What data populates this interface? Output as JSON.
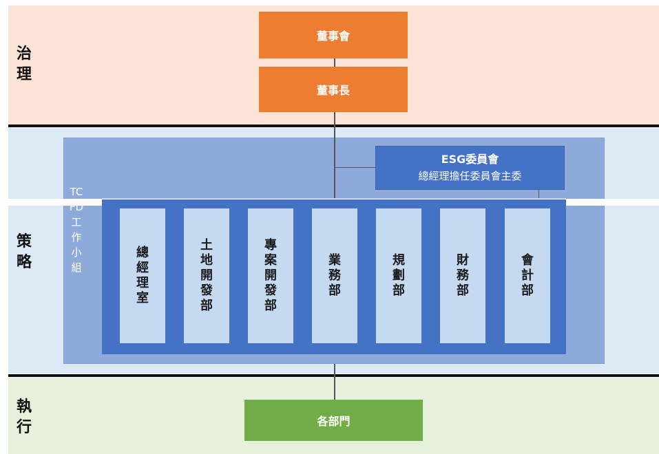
{
  "colors": {
    "governance_band": "#fbe4d6",
    "strategy_band": "#dde9f5",
    "execution_band": "#e6f0da",
    "board_box": "#ed7d31",
    "tcfd_group": "#8eaadb",
    "esg_committee": "#4472c4",
    "department_box": "#c5d9f1",
    "execution_box": "#70ad47"
  },
  "bands": {
    "governance": "治理",
    "strategy": "策略",
    "execution": "執行"
  },
  "governance": {
    "board": "董事會",
    "chairman": "董事長"
  },
  "strategy": {
    "tcfd_group_label": "TCFD工作小組",
    "esg_committee": {
      "title": "ESG委員會",
      "subtitle": "總經理擔任委員會主委"
    },
    "departments": [
      "總經理室",
      "土地開發部",
      "專案開發部",
      "業務部",
      "規劃部",
      "財務部",
      "會計部"
    ]
  },
  "execution": {
    "all_departments": "各部門"
  }
}
